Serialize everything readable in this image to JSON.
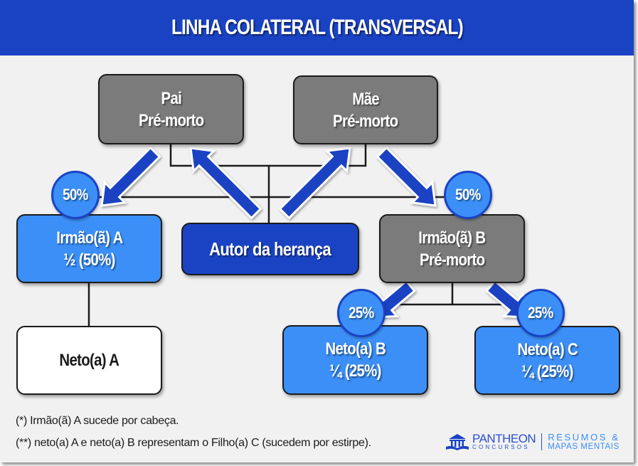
{
  "title": "LINHA COLATERAL (TRANSVERSAL)",
  "nodes": {
    "pai": {
      "line1": "Pai",
      "line2": "Pré-morto",
      "status": "deceased"
    },
    "mae": {
      "line1": "Mãe",
      "line2": "Pré-morto",
      "status": "deceased"
    },
    "irmao_a": {
      "line1": "Irmão(ã) A",
      "line2": "½ (50%)",
      "status": "heir"
    },
    "autor": {
      "line1": "Autor da herança",
      "status": "deceased-author"
    },
    "irmao_b": {
      "line1": "Irmão(ã) B",
      "line2": "Pré-morto",
      "status": "deceased"
    },
    "neto_a": {
      "line1": "Neto(a) A",
      "status": "non-heir"
    },
    "neto_b": {
      "line1": "Neto(a) B",
      "line2": "¼ (25%)",
      "status": "heir"
    },
    "neto_c": {
      "line1": "Neto(a) C",
      "line2": "¼ (25%)",
      "status": "heir"
    }
  },
  "badges": {
    "irmao_a": "50%",
    "irmao_b": "50%",
    "neto_b": "25%",
    "neto_c": "25%"
  },
  "edges": [
    {
      "from": "autor",
      "to": "pai",
      "type": "arrow"
    },
    {
      "from": "autor",
      "to": "mae",
      "type": "arrow"
    },
    {
      "from": "pai",
      "to": "irmao_a",
      "type": "arrow"
    },
    {
      "from": "mae",
      "to": "irmao_b",
      "type": "arrow"
    },
    {
      "from": "irmao_b",
      "to": "neto_b",
      "type": "arrow"
    },
    {
      "from": "irmao_b",
      "to": "neto_c",
      "type": "arrow"
    },
    {
      "from": "irmao_a",
      "to": "neto_a",
      "type": "line"
    }
  ],
  "notes": [
    "(*) Irmão(ã)  A sucede por cabeça.",
    "(**) neto(a) A e neto(a) B representam o Filho(a) C (sucedem por estirpe)."
  ],
  "logo": {
    "brand": "PANTHEON",
    "sub": "CONCURSOS",
    "right_line1": "RESUMOS &",
    "right_line2": "MAPAS MENTAIS",
    "icon": "temple-book-icon"
  },
  "colors": {
    "header": "#1a43c4",
    "deceased": "#7b7b7b",
    "heir": "#3b8ff7",
    "author": "#1a43c4",
    "arrow": "#1a43c4",
    "background": "#f1f1f1"
  }
}
